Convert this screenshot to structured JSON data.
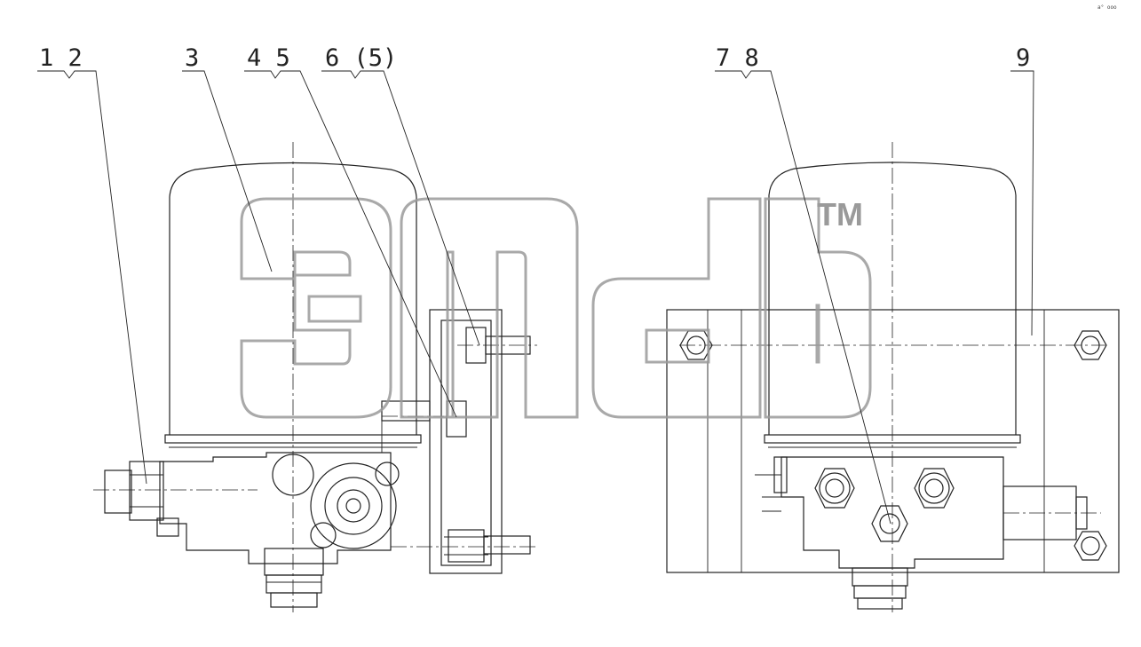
{
  "callouts": {
    "c12": "1  2",
    "c3": "3",
    "c45": "4  5",
    "c65": "6 (5)",
    "c78": "7  8",
    "c9": "9"
  },
  "watermark": {
    "mark": "TM"
  },
  "corner_text": "a° ooo",
  "colors": {
    "line": "#222222",
    "watermark": "#9a9a9a",
    "background": "#ffffff"
  }
}
